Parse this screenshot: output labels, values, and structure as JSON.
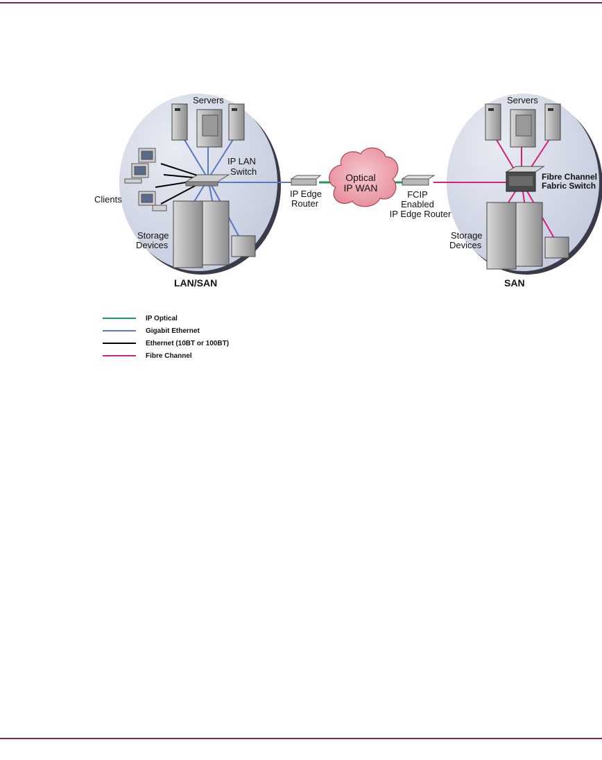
{
  "left_site": {
    "servers_label": "Servers",
    "switch_label": [
      "IP LAN",
      "Switch"
    ],
    "clients_label": "Clients",
    "storage_label": [
      "Storage",
      "Devices"
    ],
    "caption": "LAN/SAN"
  },
  "wan": {
    "left_router_label": [
      "IP Edge",
      "Router"
    ],
    "cloud_label": [
      "Optical",
      "IP WAN"
    ],
    "right_router_label": [
      "FCIP",
      "Enabled",
      "IP Edge Router"
    ]
  },
  "right_site": {
    "servers_label": "Servers",
    "switch_label": [
      "Fibre Channel",
      "Fabric Switch"
    ],
    "storage_label": [
      "Storage",
      "Devices"
    ],
    "caption": "SAN"
  },
  "legend": [
    {
      "label": "IP Optical",
      "color": "#1a9a5a"
    },
    {
      "label": "Gigabit Ethernet",
      "color": "#5a78c0"
    },
    {
      "label": "Ethernet (10BT or 100BT)",
      "color": "#000000"
    },
    {
      "label": "Fibre Channel",
      "color": "#d61f7a"
    }
  ],
  "colors": {
    "ip_optical": "#1a9a5a",
    "gigabit_ethernet": "#5a78c0",
    "ethernet": "#000000",
    "fibre_channel": "#d61f7a",
    "rule": "#8a1f4a"
  }
}
